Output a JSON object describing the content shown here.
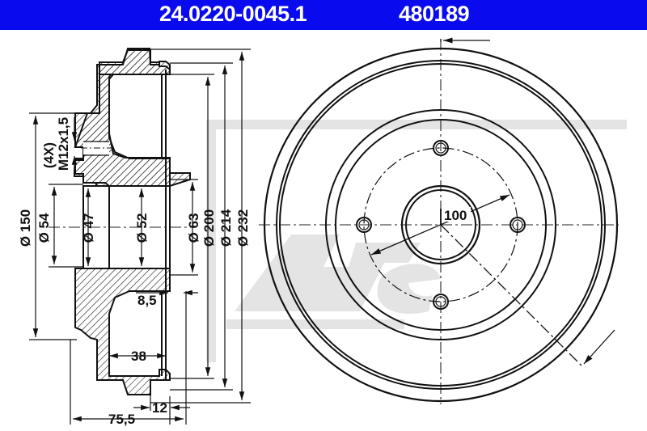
{
  "header": {
    "part_number": "24.0220-0045.1",
    "ref_number": "480189",
    "background_color": "#0a0aee",
    "text_color": "#ffffff"
  },
  "section_view": {
    "thread_count": "(4X)",
    "thread_spec": "M12x1,5",
    "dimensions": {
      "d150": "Ø 150",
      "d54": "Ø 54",
      "d47": "Ø 47",
      "d52": "Ø 52",
      "d63": "Ø 63",
      "d200": "Ø 200",
      "d214": "Ø 214",
      "d232": "Ø 232",
      "w8_5": "8,5",
      "w38": "38",
      "w12": "12",
      "w75_5": "75,5"
    }
  },
  "front_view": {
    "bolt_circle": "100",
    "bolt_holes": 4
  },
  "watermark": {
    "label": "ATE",
    "color": "#e3e3e3"
  }
}
